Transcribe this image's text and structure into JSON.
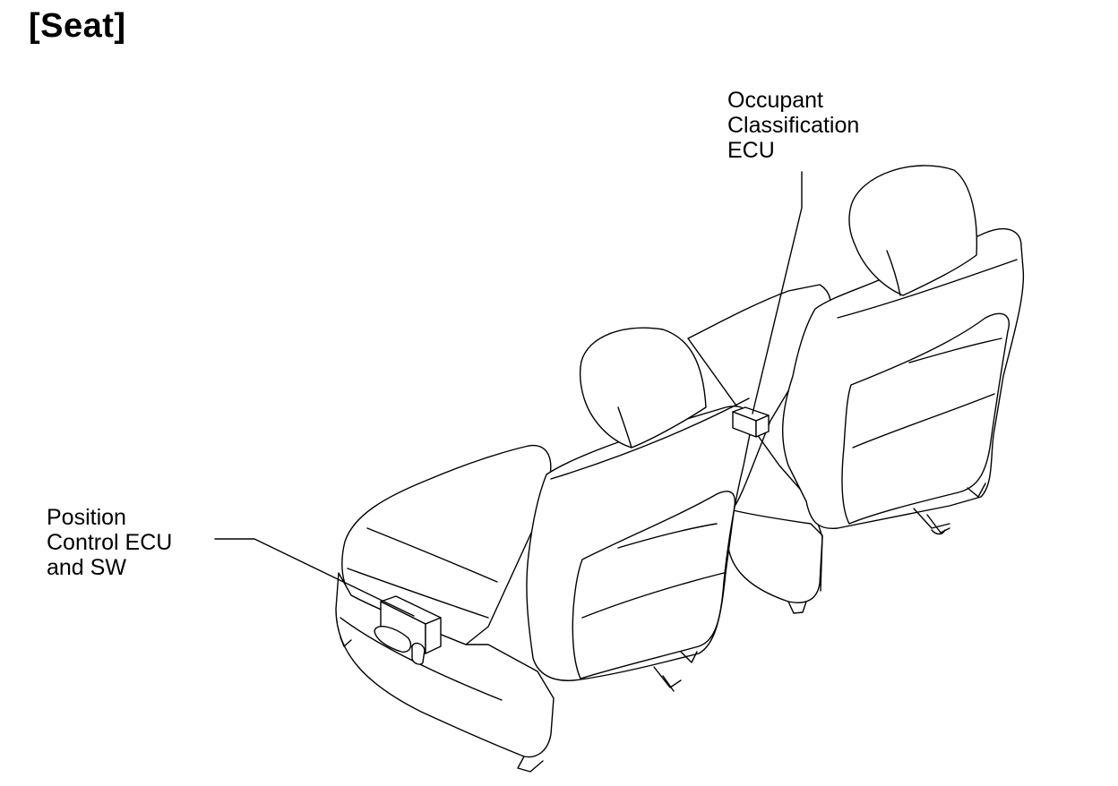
{
  "title": "[Seat]",
  "labels": {
    "occupant_ecu": [
      "Occupant",
      "Classification",
      "ECU"
    ],
    "position_ecu": [
      "Position",
      "Control ECU",
      "and SW"
    ]
  }
}
